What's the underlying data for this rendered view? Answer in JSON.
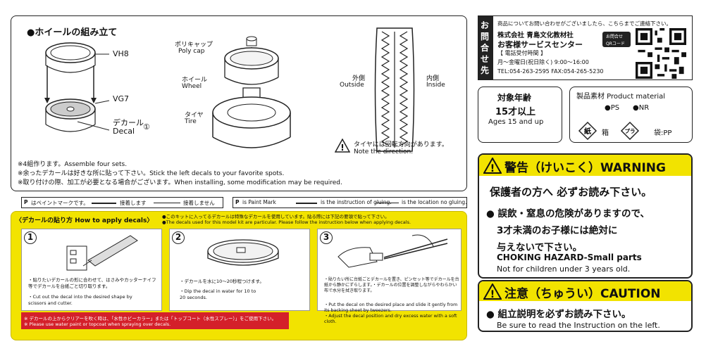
{
  "assembly": {
    "title": "●ホイールの組み立て",
    "vh8": "VH8",
    "vg7": "VG7",
    "decal_jp": "デカール",
    "decal_en": "Decal",
    "decal_num": "①",
    "polycap_jp": "ポリキャップ",
    "polycap_en": "Poly cap",
    "wheel_jp": "ホイール",
    "wheel_en": "Wheel",
    "tire_jp": "タイヤ",
    "tire_en": "Tire",
    "outside_jp": "外側",
    "outside_en": "Outside",
    "inside_jp": "内側",
    "inside_en": "Inside",
    "direction_jp": "タイヤには回転方向があります。",
    "direction_en": "Note the direction.",
    "note1": "※4組作ります。Assemble four sets.",
    "note2": "※余ったデカールは好きな所に貼って下さい。Stick the left decals to your favorite spots.",
    "note3": "※取り付けの際、加工が必要となる場合がございます。When installing, some modification may be required."
  },
  "legend": {
    "paint_jp": "はペイントマークです。",
    "glue_jp": "接着します",
    "noglue_jp": "接着しません",
    "paint_en": "is Paint Mark",
    "glue_en": "is the instruction of gluing.",
    "noglue_en": "is the location no gluing."
  },
  "decal_howto": {
    "title": "〈デカールの貼り方 How to apply decals〉",
    "note_jp": "●このキットに入ってるデカールは特殊なデカールを使用しています。貼る際には下記の要領で貼って下さい。",
    "note_en": "●The decals used for this model kit are particular. Please follow the instruction below when applying decals.",
    "step1_num": "1",
    "step2_num": "2",
    "step3_num": "3",
    "step1_jp": "・貼りたいデカールの形に合わせて、はさみやカッターナイフ等でデカールを台紙ごと切り取ります。",
    "step1_en": "・Cut out the decal into the desired shape by scissors and cutter.",
    "step2_jp": "・デカールを水に10〜20秒程つけます。",
    "step2_en": "・Dip the decal in water for 10 to 20 seconds.",
    "step3_jp": "・貼りたい所に台紙ごとデカールを置き、ピンセット等でデカールを台紙から静かにずらします。・デカールの位置を調整しながらやわらかい布で水分を拭き取ります。",
    "step3_en1": "・Put the decal on the desired place and slide it gently from its backing sheet by tweezers.",
    "step3_en2": "・Adjust the decal position and dry excess water with a soft cloth.",
    "red_jp": "※ デカールの上からクリアーを吹く時は、「水性ホビーカラー」または「トップコート（水性スプレー）」をご使用下さい。",
    "red_en": "※ Please use water paint or topcoat when spraying over decals."
  },
  "contact": {
    "label": "お問合せ先",
    "intro": "商品についてお問い合わせがございましたら、こちらまでご連絡下さい。",
    "company": "株式会社 青島文化教材社",
    "center": "お客様サービスセンター",
    "hours_label": "【 電話受付時間 】",
    "hours": "月〜金曜日(祝日除く) 9:00〜16:00",
    "tel_fax": "TEL:054-263-2595  FAX:054-265-5230",
    "qr_label1": "お問合せ",
    "qr_label2": "QRコード"
  },
  "age": {
    "title": "対象年齢",
    "value": "15才以上",
    "en": "Ages 15 and up"
  },
  "material": {
    "title": "製品素材 Product material",
    "ps": "●PS",
    "nr": "●NR",
    "paper_label": "紙",
    "box_label": "箱",
    "plastic_label": "プラ",
    "bag_label": "袋:PP"
  },
  "warning": {
    "header": "警告（けいこく）WARNING",
    "line1": "保護者の方へ 必ずお読み下さい。",
    "line2": "● 誤飲・窒息の危険がありますので、",
    "line3": "3才未満のお子様には絶対に",
    "line4": "与えないで下さい。",
    "hazard": "CHOKING HAZARD-Small parts",
    "hazard_sub": "Not for children under 3 years old."
  },
  "caution": {
    "header": "注意（ちゅうい）CAUTION",
    "line1": "● 組立説明を必ずお読み下さい。",
    "line2": "Be sure to read the Instruction on the left."
  }
}
